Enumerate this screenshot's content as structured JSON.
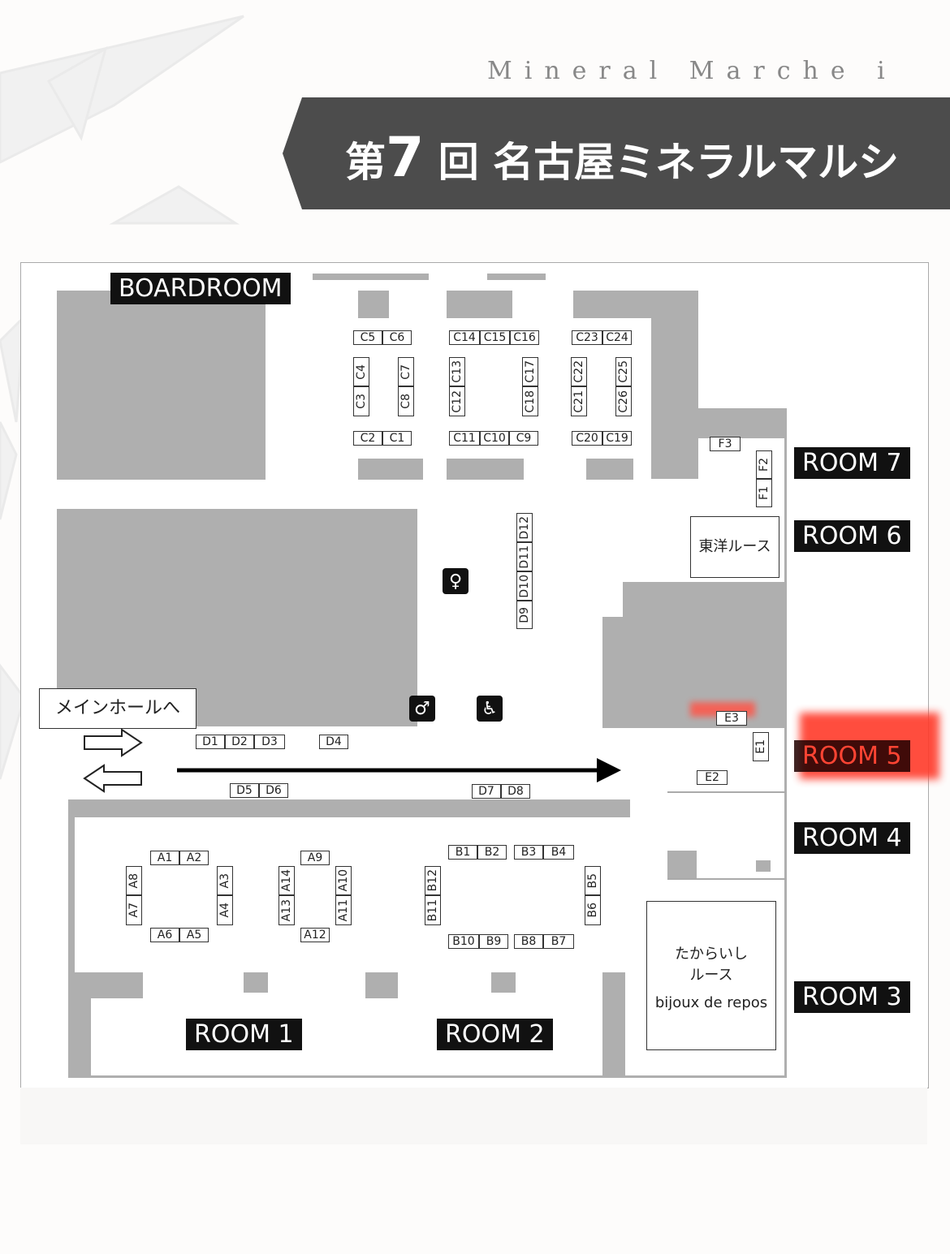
{
  "header": {
    "subtitle": "Mineral Marche i",
    "title_prefix": "第",
    "title_number": "7",
    "title_kai": "回",
    "title_main": "名古屋ミネラルマルシ"
  },
  "rooms": {
    "boardroom": "BOARDROOM",
    "room1": "ROOM 1",
    "room2": "ROOM 2",
    "room3": "ROOM 3",
    "room4": "ROOM 4",
    "room5": "ROOM 5",
    "room6": "ROOM 6",
    "room7": "ROOM 7"
  },
  "highlight_color": "#ff2a1a",
  "labels": {
    "main_hall": "メインホールへ",
    "toyo": "東洋ルース",
    "takaraishi_1": "たからいし",
    "takaraishi_2": "ルース",
    "bijoux": "bijoux de repos"
  },
  "icons": [
    "female-restroom-icon",
    "male-restroom-icon",
    "wheelchair-icon",
    "arrow-right-icon",
    "arrow-left-icon"
  ],
  "booths": [
    "C5",
    "C6",
    "C14",
    "C15",
    "C16",
    "C23",
    "C24",
    "C4",
    "C3",
    "C7",
    "C8",
    "C13",
    "C12",
    "C17",
    "C18",
    "C22",
    "C21",
    "C25",
    "C26",
    "C2",
    "C1",
    "C11",
    "C10",
    "C9",
    "C20",
    "C19",
    "D1",
    "D2",
    "D3",
    "D4",
    "D5",
    "D6",
    "D7",
    "D8",
    "D12",
    "D11",
    "D10",
    "D9",
    "F3",
    "F2",
    "F1",
    "E3",
    "E1",
    "E2",
    "A1",
    "A2",
    "A9",
    "A8",
    "A7",
    "A3",
    "A4",
    "A14",
    "A13",
    "A10",
    "A11",
    "A6",
    "A5",
    "A12",
    "B1",
    "B2",
    "B3",
    "B4",
    "B12",
    "B11",
    "B5",
    "B6",
    "B10",
    "B9",
    "B8",
    "B7"
  ]
}
